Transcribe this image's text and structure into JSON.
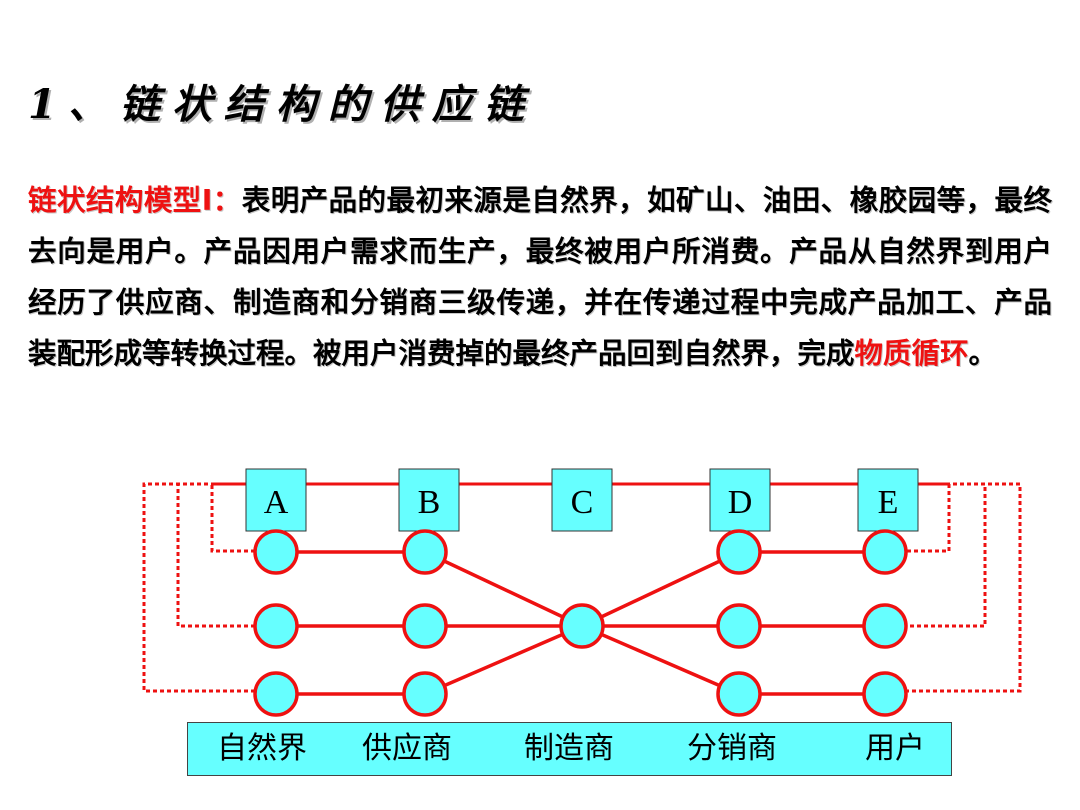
{
  "slide": {
    "title": "1、链状结构的供应链",
    "paragraph": {
      "lead": "链状结构模型I：",
      "body": "表明产品的最初来源是自然界，如矿山、油田、橡胶园等，最终去向是用户。产品因用户需求而生产，最终被用户所消费。产品从自然界到用户经历了供应商、制造商和分销商三级传递，并在传递过程中完成产品加工、产品装配形成等转换过程。被用户消费掉的最终产品回到自然界，完成",
      "highlight": "物质循环",
      "end": "。"
    }
  },
  "diagram": {
    "stage_boxes": [
      "A",
      "B",
      "C",
      "D",
      "E"
    ],
    "stage_labels": [
      "自然界",
      "供应商",
      "制造商",
      "分销商",
      "用户"
    ],
    "colors": {
      "node_fill": "#66ffff",
      "line": "#ee1111",
      "box_fill": "#66ffff",
      "emphasis": "#ee1111"
    }
  }
}
